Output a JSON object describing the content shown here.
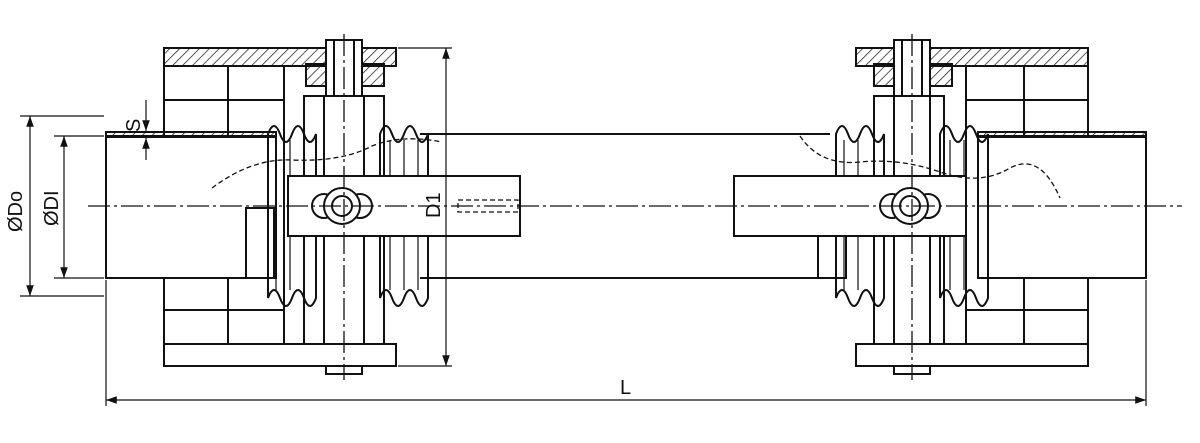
{
  "drawing": {
    "labels": {
      "outer_diameter": "ØDo",
      "inner_diameter": "ØDI",
      "wall_thickness": "S",
      "pitch_diameter": "D1",
      "length": "L"
    },
    "line_color": "#111111",
    "background": "#ffffff"
  }
}
